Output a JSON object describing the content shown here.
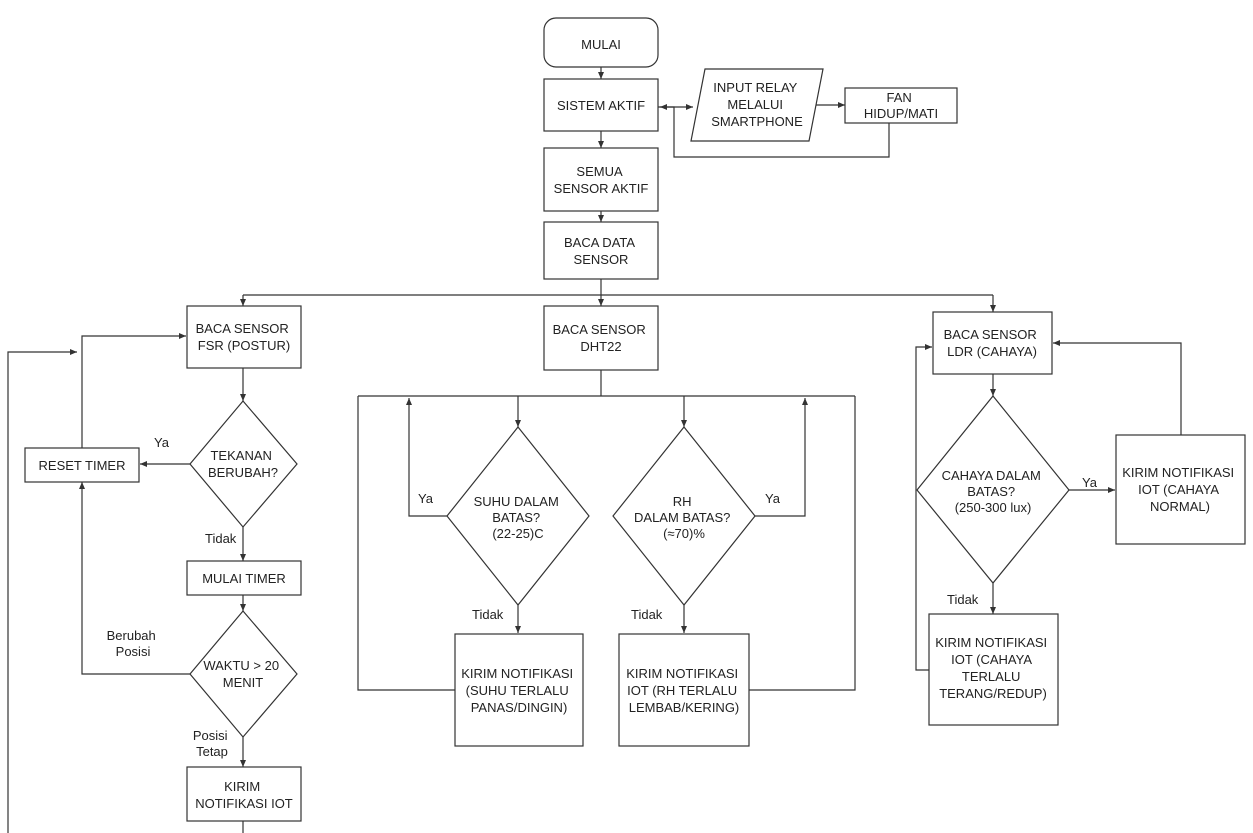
{
  "nodes": {
    "mulai": [
      "MULAI"
    ],
    "sistem_aktif": [
      "SISTEM AKTIF"
    ],
    "input_relay": [
      "INPUT RELAY",
      "MELALUI",
      "SMARTPHONE"
    ],
    "fan": [
      "FAN",
      "HIDUP/MATI"
    ],
    "semua_sensor": [
      "SEMUA",
      "SENSOR AKTIF"
    ],
    "baca_data": [
      "BACA DATA",
      "SENSOR"
    ],
    "baca_fsr": [
      "BACA SENSOR",
      "FSR (POSTUR)"
    ],
    "tekanan": [
      "TEKANAN",
      "BERUBAH?"
    ],
    "reset_timer": [
      "RESET TIMER"
    ],
    "mulai_timer": [
      "MULAI TIMER"
    ],
    "waktu": [
      "WAKTU > 20",
      "MENIT"
    ],
    "kirim_iot": [
      "KIRIM",
      "NOTIFIKASI IOT"
    ],
    "baca_dht": [
      "BACA SENSOR",
      "DHT22"
    ],
    "suhu": [
      "SUHU DALAM",
      "BATAS?",
      "(22-25)C"
    ],
    "rh": [
      "RH",
      "DALAM BATAS?",
      "(≈70)%"
    ],
    "kirim_suhu": [
      "KIRIM NOTIFIKASI",
      "(SUHU TERLALU",
      "PANAS/DINGIN)"
    ],
    "kirim_rh": [
      "KIRIM NOTIFIKASI",
      "IOT (RH TERLALU",
      "LEMBAB/KERING)"
    ],
    "baca_ldr": [
      "BACA SENSOR",
      "LDR (CAHAYA)"
    ],
    "cahaya": [
      "CAHAYA DALAM",
      "BATAS?",
      "(250-300 lux)"
    ],
    "kirim_cahaya_normal": [
      "KIRIM NOTIFIKASI",
      "IOT (CAHAYA",
      "NORMAL)"
    ],
    "kirim_cahaya_terang": [
      "KIRIM NOTIFIKASI",
      "IOT (CAHAYA",
      "TERLALU",
      "TERANG/REDUP)"
    ]
  },
  "labels": {
    "ya_tekanan": "Ya",
    "tidak_tekanan": "Tidak",
    "berubah_posisi": [
      "Berubah",
      "Posisi"
    ],
    "posisi_tetap": [
      "Posisi",
      "Tetap"
    ],
    "ya_suhu": "Ya",
    "tidak_suhu": "Tidak",
    "ya_rh": "Ya",
    "tidak_rh": "Tidak",
    "ya_cahaya": "Ya",
    "tidak_cahaya": "Tidak"
  }
}
